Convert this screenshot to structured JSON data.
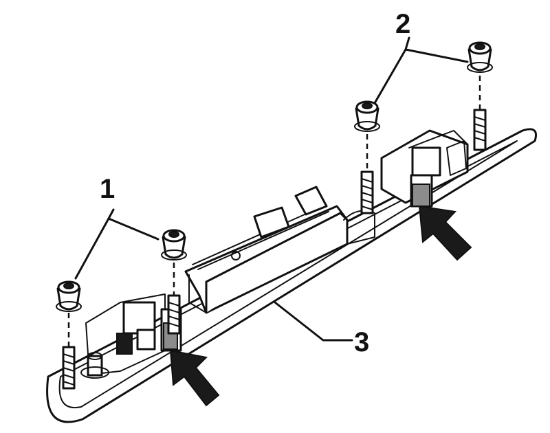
{
  "figure": {
    "callouts": {
      "nuts_left": "1",
      "nuts_right": "2",
      "bracket": "3"
    }
  }
}
